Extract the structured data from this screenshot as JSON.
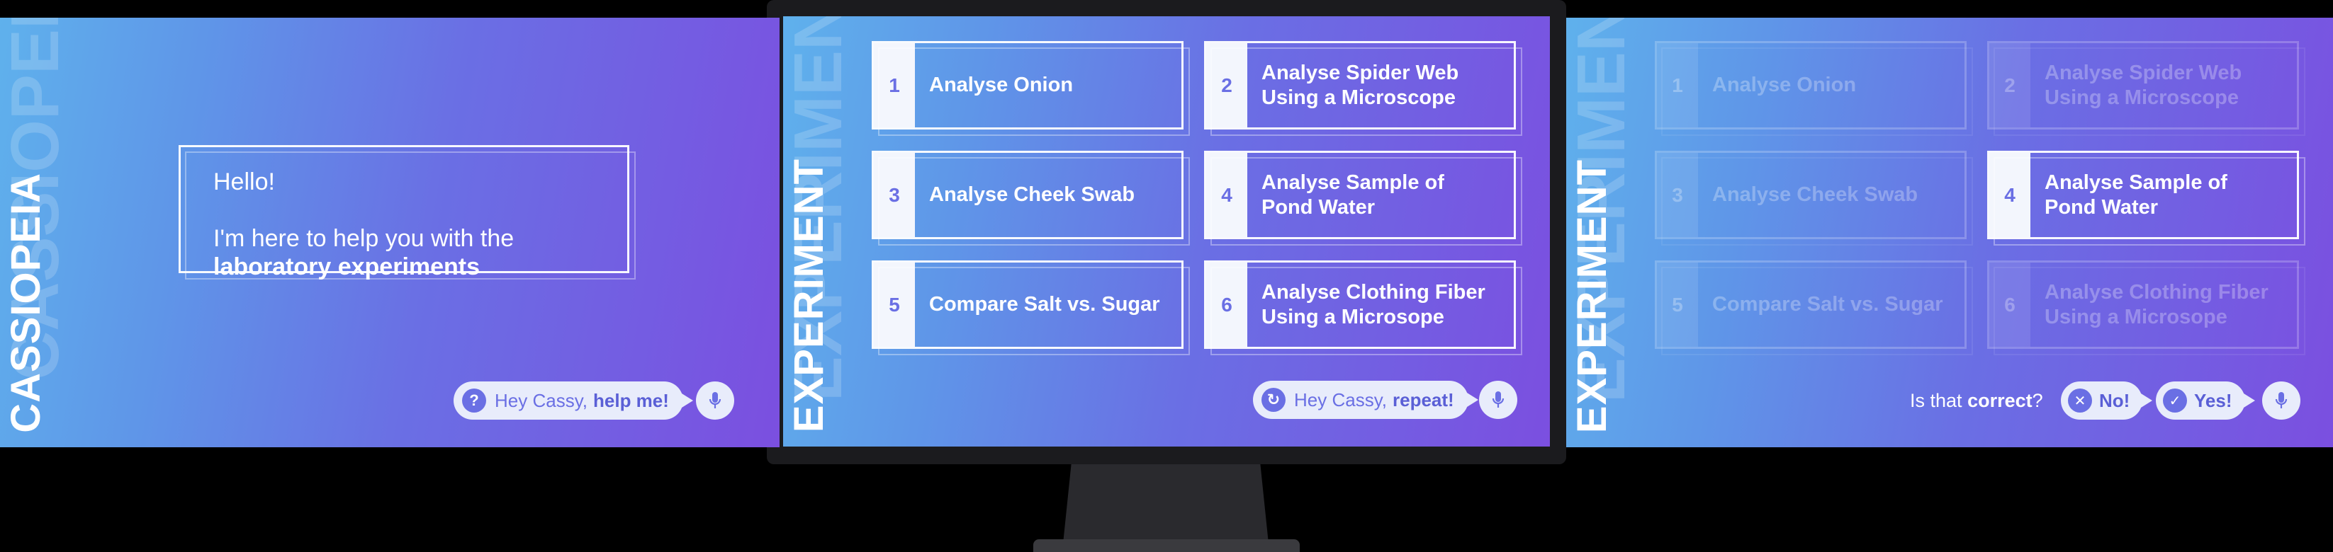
{
  "colors": {
    "gradient_start": "#5fb1ec",
    "gradient_end": "#7b4fe0",
    "accent": "#6a6fe4",
    "pill_bg": "#e8ecfb"
  },
  "left_panel": {
    "side_title": "CASSIOPEIA",
    "greeting": "Hello!",
    "intro_text": "I'm here to help you with the",
    "intro_bold": "laboratory experiments",
    "prompt_prefix": "Hey Cassy,",
    "prompt_bold": "help me!",
    "prompt_icon": "question-icon",
    "mic_icon": "microphone-icon"
  },
  "middle_panel": {
    "side_title": "EXPERIMENT",
    "experiments": [
      {
        "num": "1",
        "line1": "Analyse Onion",
        "line2": ""
      },
      {
        "num": "2",
        "line1": "Analyse  Spider Web",
        "line2": "Using a Microscope"
      },
      {
        "num": "3",
        "line1": "Analyse Cheek Swab",
        "line2": ""
      },
      {
        "num": "4",
        "line1": "Analyse Sample of",
        "line2": "Pond Water"
      },
      {
        "num": "5",
        "line1": "Compare Salt vs. Sugar",
        "line2": ""
      },
      {
        "num": "6",
        "line1": "Analyse Clothing Fiber",
        "line2": "Using a Microsope"
      }
    ],
    "prompt_prefix": "Hey Cassy,",
    "prompt_bold": "repeat!",
    "prompt_icon": "repeat-icon",
    "mic_icon": "microphone-icon"
  },
  "right_panel": {
    "side_title": "EXPERIMENT",
    "selected_num": "4",
    "question_prefix": "Is that",
    "question_bold": "correct",
    "question_suffix": "?",
    "no_label": "No!",
    "yes_label": "Yes!",
    "mic_icon": "microphone-icon"
  }
}
